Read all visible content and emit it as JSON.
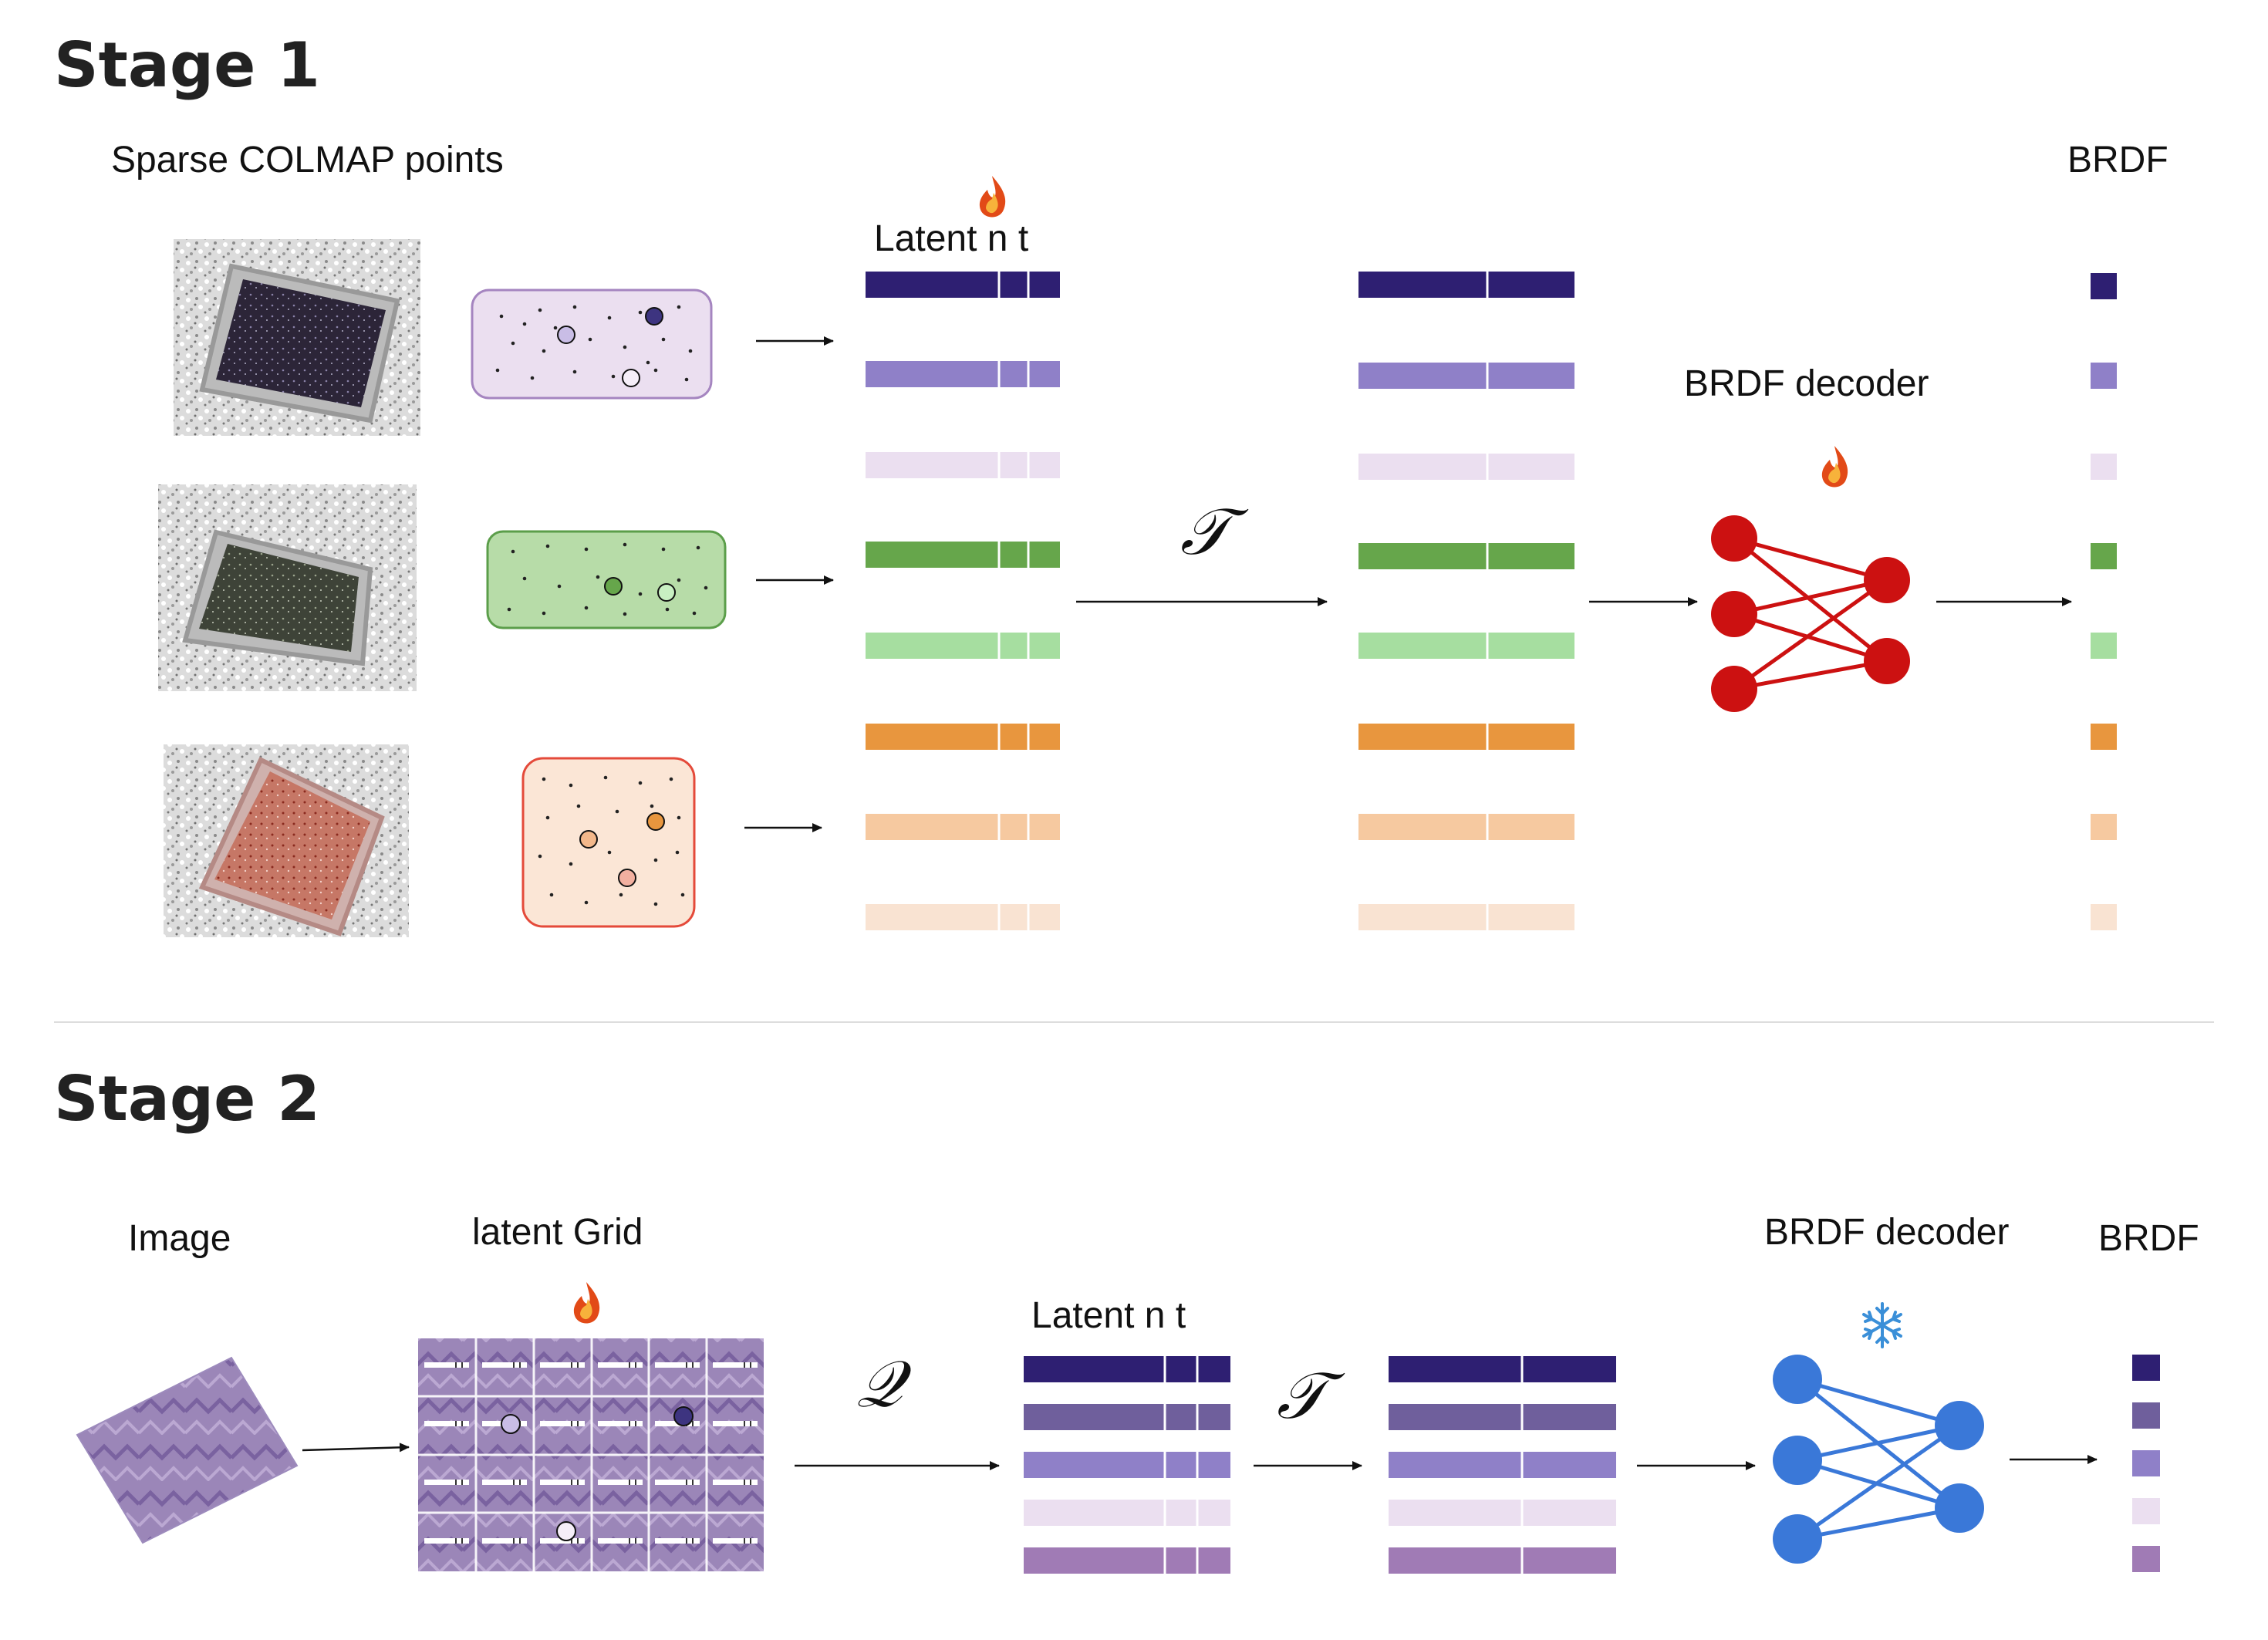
{
  "stage1": {
    "title": "Stage 1",
    "sparse_label": "Sparse COLMAP points",
    "latent_label": "Latent  n t",
    "transform_symbol": "𝒯",
    "decoder_label": "BRDF decoder",
    "brdf_label": "BRDF"
  },
  "stage2": {
    "title": "Stage 2",
    "image_label": "Image",
    "grid_label": "latent Grid",
    "quant_symbol": "𝒬",
    "latent_label": "Latent  n t",
    "transform_symbol": "𝒯",
    "decoder_label": "BRDF decoder",
    "brdf_label": "BRDF"
  },
  "icons": {
    "trainable": "flame-icon",
    "frozen": "snowflake-icon"
  },
  "colors": {
    "purple_dark": "#2e1f72",
    "purple_mid": "#8f80c8",
    "purple_light": "#ebdff0",
    "green_dark": "#66a64b",
    "green_light": "#a6dea0",
    "orange_dark": "#e8963e",
    "orange_light": "#f6c9a0",
    "orange_pale": "#f9e3d2",
    "stage2_row2": "#6f5f9c",
    "stage2_row5": "#a07bb5",
    "decoder_trainable": "#cc1111",
    "decoder_frozen": "#3a78d8"
  }
}
